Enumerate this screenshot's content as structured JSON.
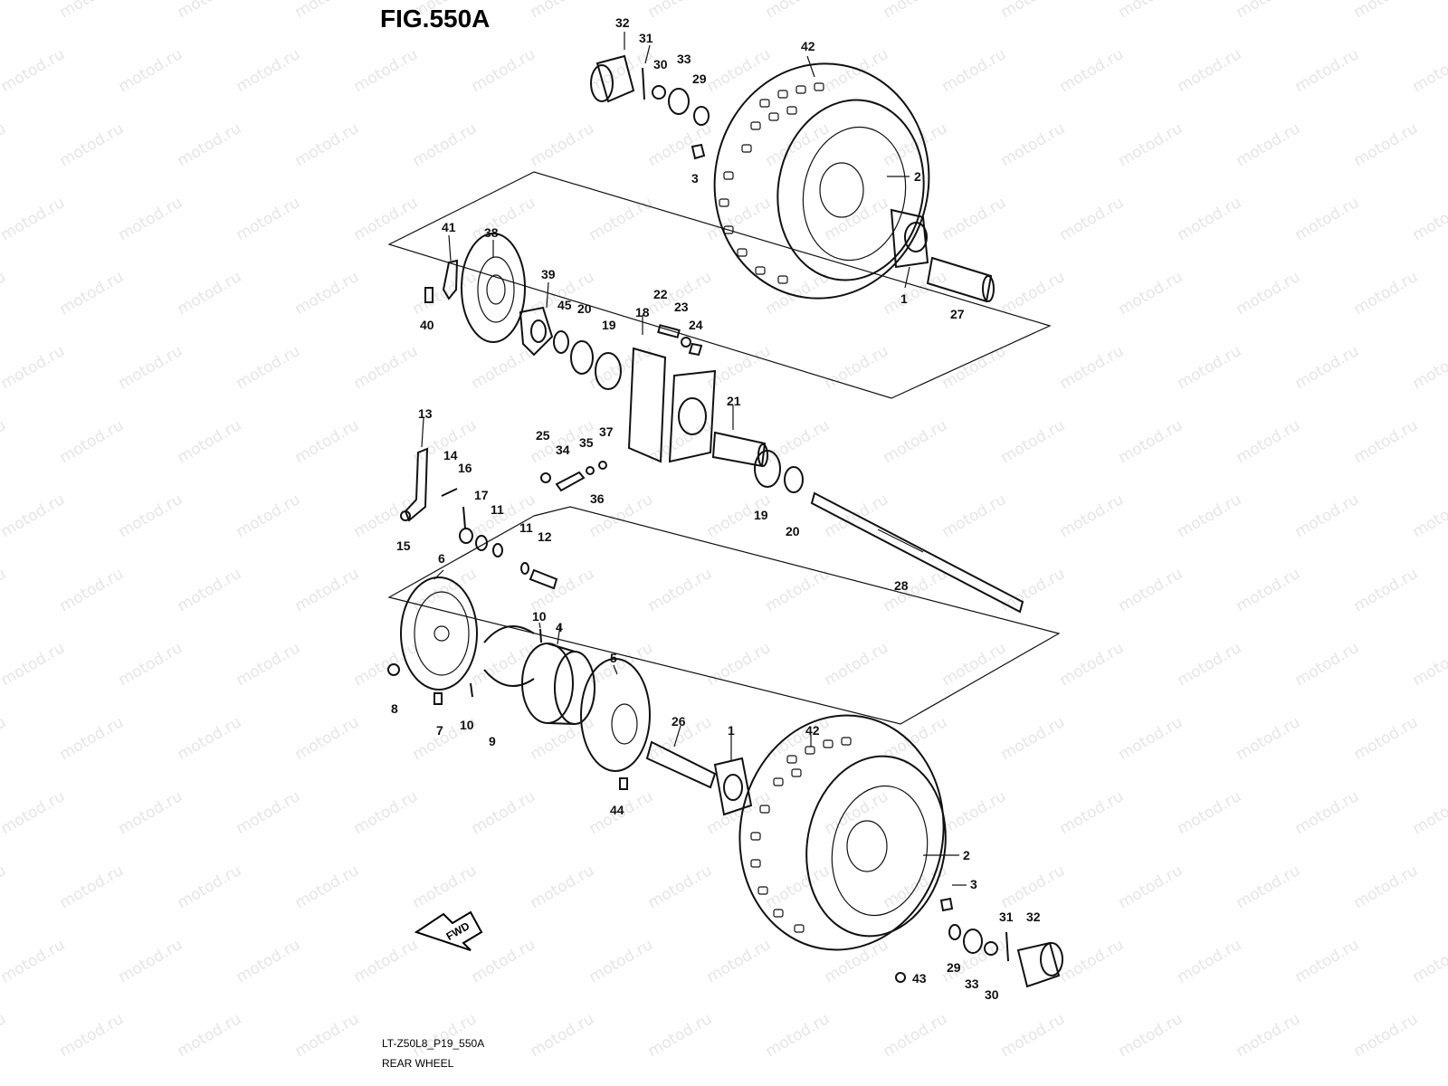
{
  "figure_title": "FIG.550A",
  "footer": {
    "code": "LT-Z50L8_P19_550A",
    "name": "REAR WHEEL"
  },
  "watermark": "motod.ru",
  "fwd_label": "FWD",
  "callouts": [
    "1",
    "2",
    "3",
    "4",
    "5",
    "6",
    "7",
    "8",
    "9",
    "10",
    "11",
    "12",
    "13",
    "14",
    "15",
    "16",
    "17",
    "19",
    "20",
    "21",
    "22",
    "23",
    "24",
    "25",
    "26",
    "27",
    "28",
    "29",
    "30",
    "31",
    "32",
    "33",
    "34",
    "35",
    "36",
    "37",
    "38",
    "39",
    "40",
    "41",
    "42",
    "43",
    "44",
    "45",
    "18"
  ],
  "labels": {
    "p32a": "32",
    "p31a": "31",
    "p30a": "30",
    "p33a": "33",
    "p29a": "29",
    "p42a": "42",
    "p3a": "3",
    "p2a": "2",
    "p1a": "1",
    "p27": "27",
    "p41": "41",
    "p38": "38",
    "p40": "40",
    "p39": "39",
    "p45": "45",
    "p20a": "20",
    "p19a": "19",
    "p18": "18",
    "p22": "22",
    "p23": "23",
    "p24": "24",
    "p21": "21",
    "p25": "25",
    "p34": "34",
    "p35": "35",
    "p37": "37",
    "p36": "36",
    "p19b": "19",
    "p20b": "20",
    "p28": "28",
    "p13": "13",
    "p14": "14",
    "p16": "16",
    "p15": "15",
    "p17": "17",
    "p11a": "11",
    "p11b": "11",
    "p12": "12",
    "p6": "6",
    "p10a": "10",
    "p4": "4",
    "p5": "5",
    "p8": "8",
    "p7": "7",
    "p10b": "10",
    "p9": "9",
    "p26": "26",
    "p1b": "1",
    "p44": "44",
    "p42b": "42",
    "p2b": "2",
    "p3b": "3",
    "p31b": "31",
    "p32b": "32",
    "p29b": "29",
    "p33b": "33",
    "p30b": "30",
    "p43": "43"
  }
}
